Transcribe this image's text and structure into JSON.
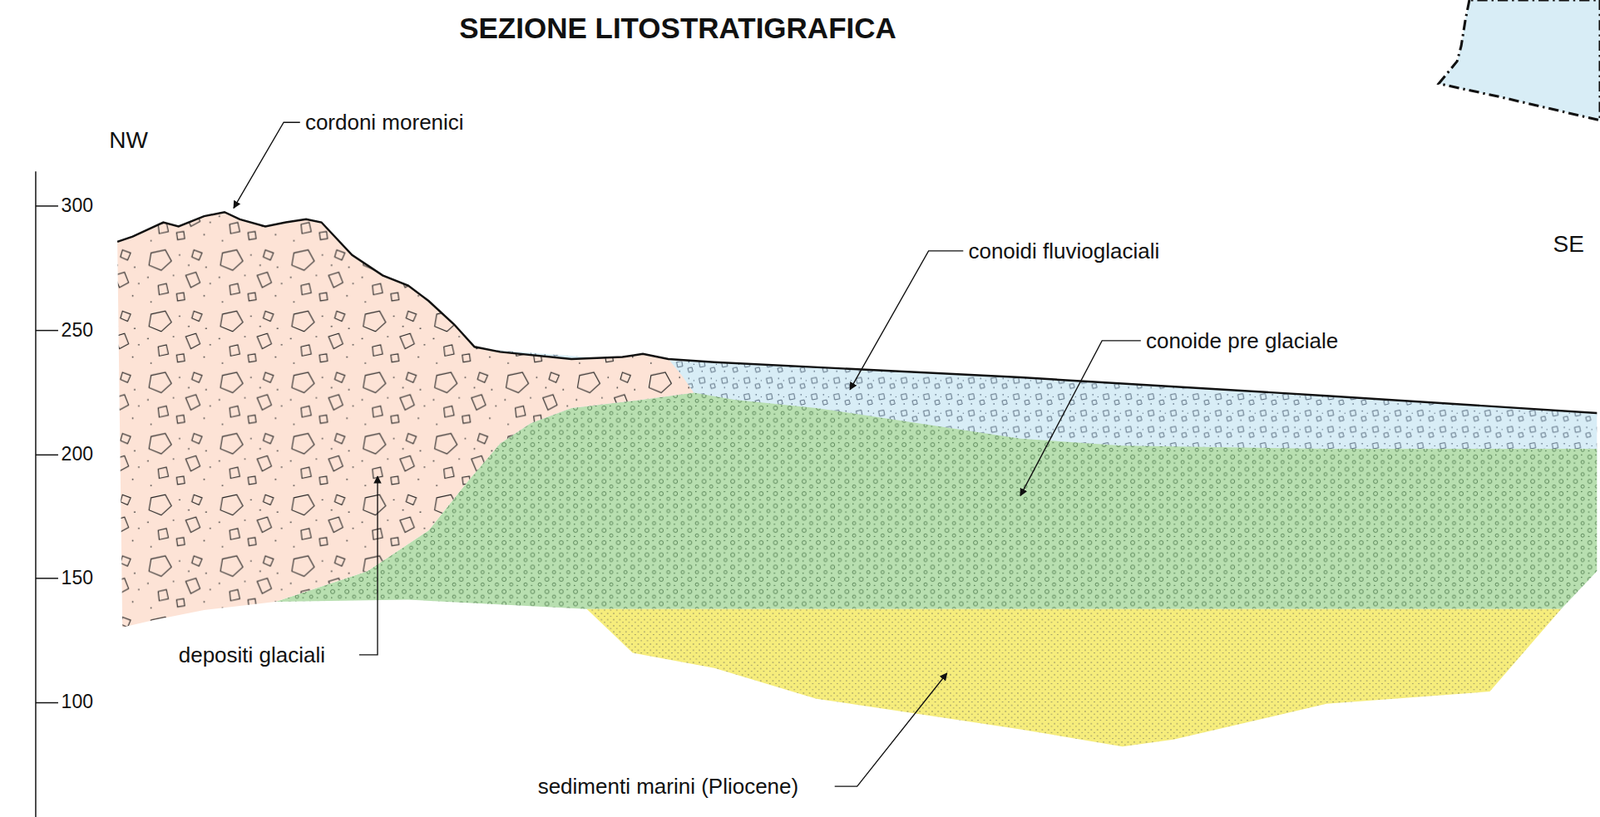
{
  "diagram": {
    "title": "SEZIONE LITOSTRATIGRAFICA",
    "labels": [
      "NW",
      "SE",
      "300",
      "250",
      "200",
      "150",
      "100",
      "cordoni morenici",
      "conoidi fluvioglaciali",
      "conoide pre glaciale",
      "depositi glaciali",
      "sedimenti marini (Pliocene)"
    ]
  }
}
